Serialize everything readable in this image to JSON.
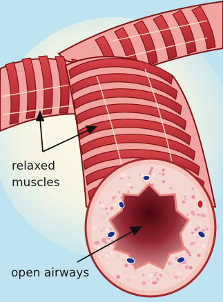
{
  "labels": {
    "relaxed_muscles_line1": "relaxed",
    "relaxed_muscles_line2": "muscles",
    "open_airways": "open airways"
  },
  "colors": {
    "background": "#bfe3f0",
    "glow": "#fffbe6",
    "muscle_band": "#c8333a",
    "muscle_outline": "#7e1416",
    "tube_pink": "#f2a5a0",
    "lumen_dark": "#5c0b14",
    "lumen_light": "#e8a7a2",
    "arrow": "#111111",
    "cell_blue": "#1f2f8a"
  }
}
